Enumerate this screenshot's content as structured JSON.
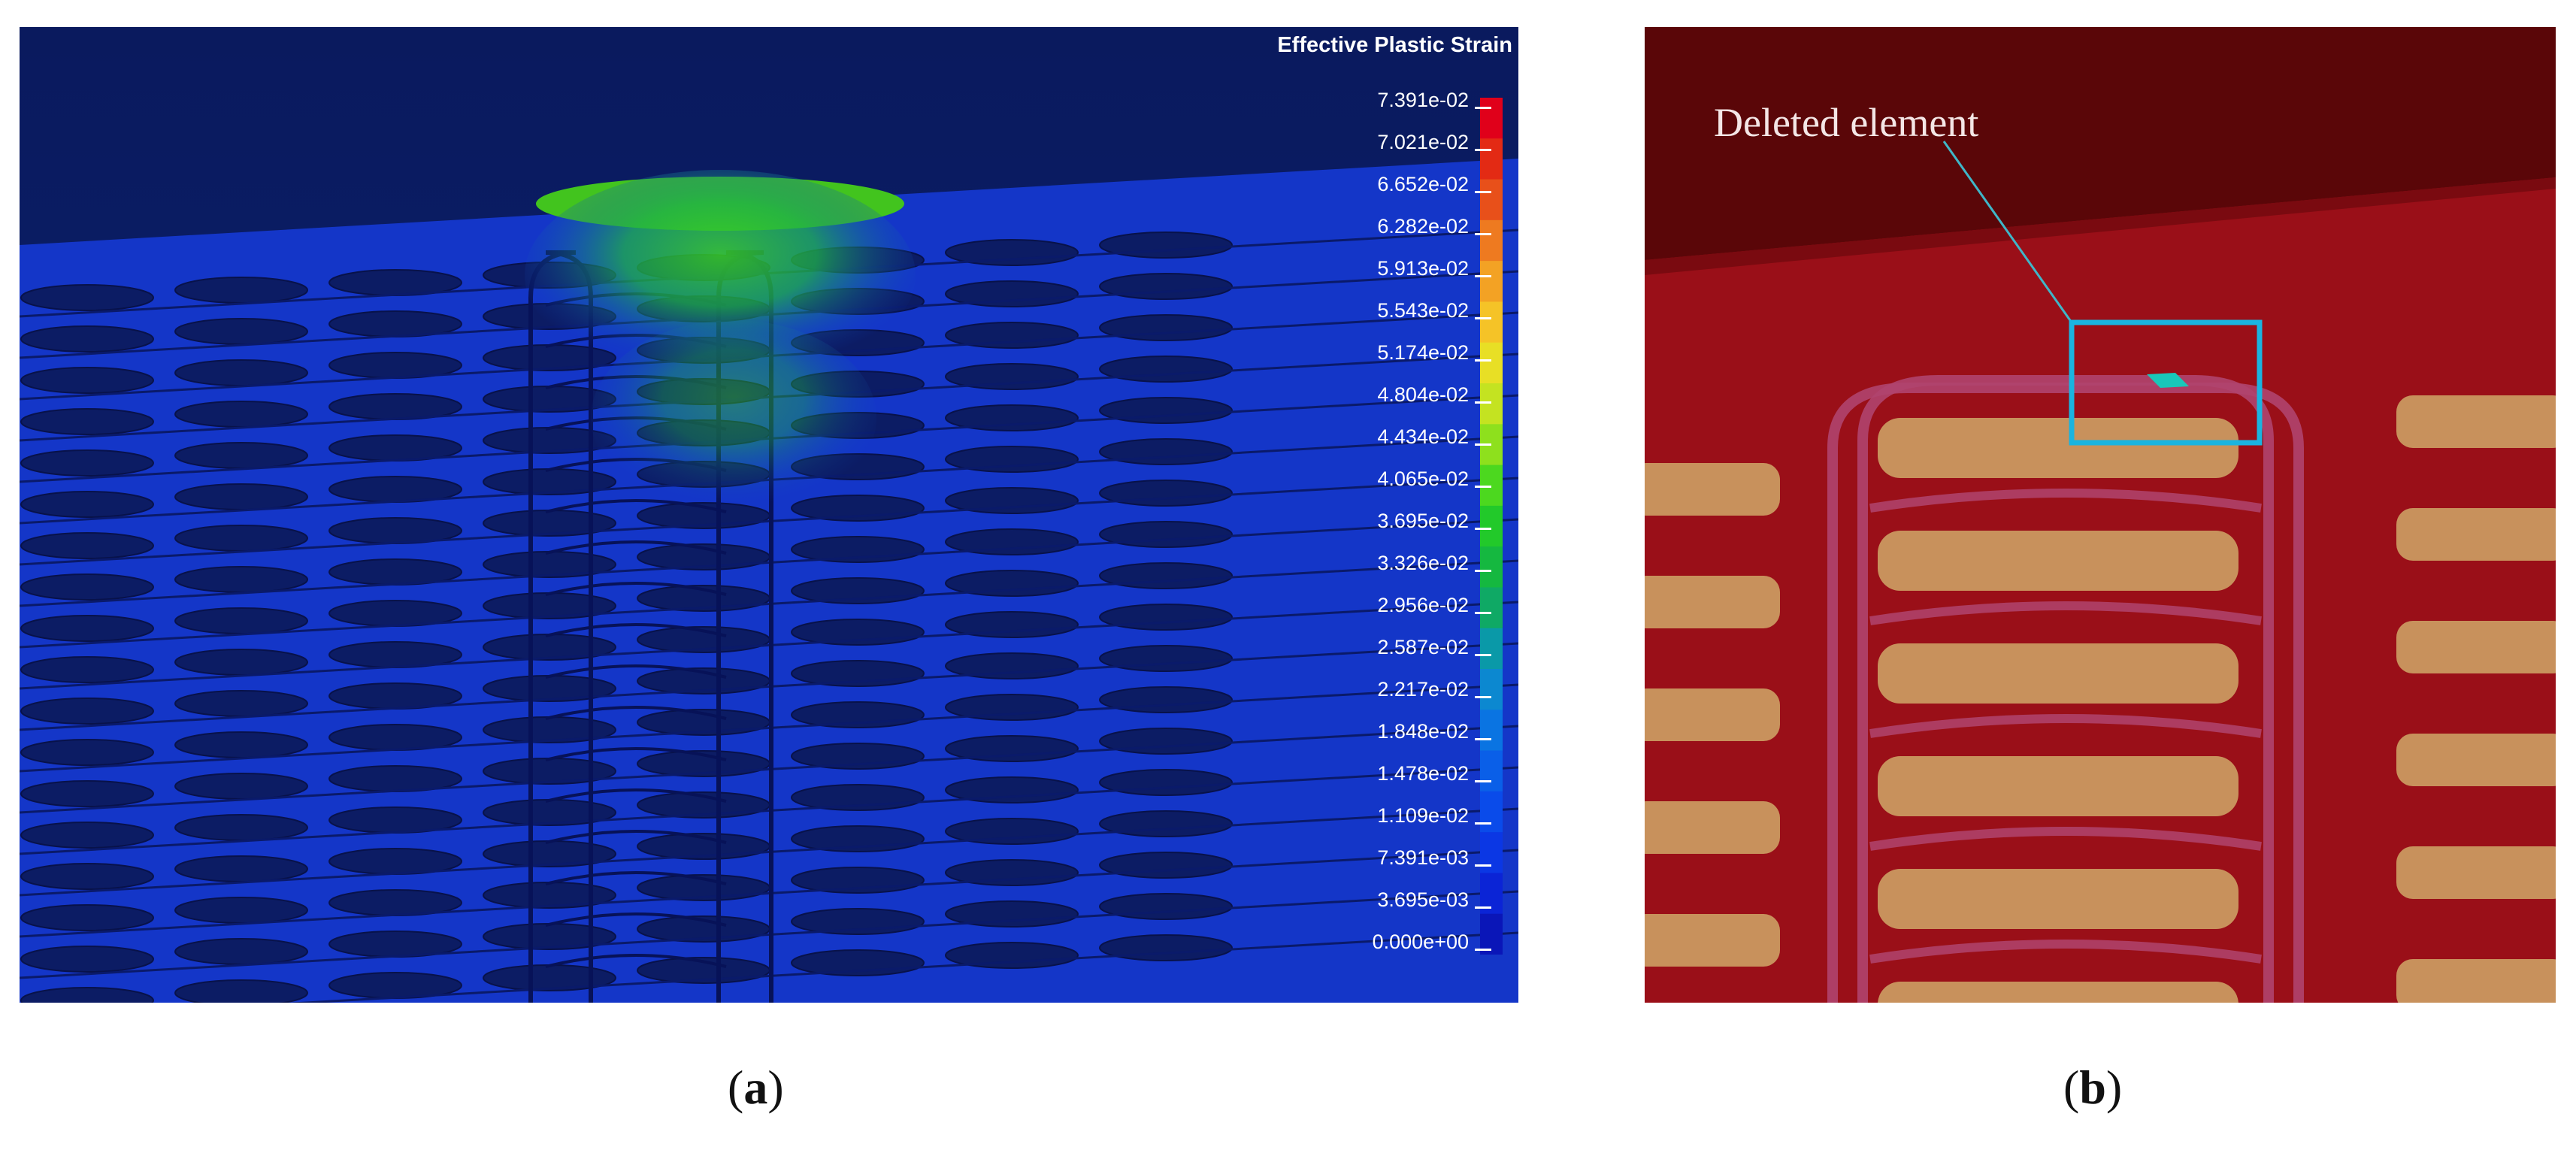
{
  "panel_a": {
    "legend": {
      "title": "Effective Plastic Strain",
      "values": [
        "7.391e-02",
        "7.021e-02",
        "6.652e-02",
        "6.282e-02",
        "5.913e-02",
        "5.543e-02",
        "5.174e-02",
        "4.804e-02",
        "4.434e-02",
        "4.065e-02",
        "3.695e-02",
        "3.326e-02",
        "2.956e-02",
        "2.587e-02",
        "2.217e-02",
        "1.848e-02",
        "1.478e-02",
        "1.109e-02",
        "7.391e-03",
        "3.695e-03",
        "0.000e+00"
      ],
      "colors": [
        "#e0001a",
        "#e32a14",
        "#e8501a",
        "#ee7a20",
        "#f3a224",
        "#f5c327",
        "#e8df25",
        "#c4e321",
        "#8ee01d",
        "#4cd81f",
        "#22c92a",
        "#15b840",
        "#0fa965",
        "#0a99a8",
        "#0c88d0",
        "#0a74e2",
        "#0a5fe8",
        "#0a4bea",
        "#0b37e4",
        "#0b24d6",
        "#0a16b8"
      ]
    },
    "caption_open": "(",
    "caption_letter": "a",
    "caption_close": ")"
  },
  "panel_b": {
    "annotation": "Deleted element",
    "highlight_color": "#1ab4e0",
    "caption_open": "(",
    "caption_letter": "b",
    "caption_close": ")"
  }
}
